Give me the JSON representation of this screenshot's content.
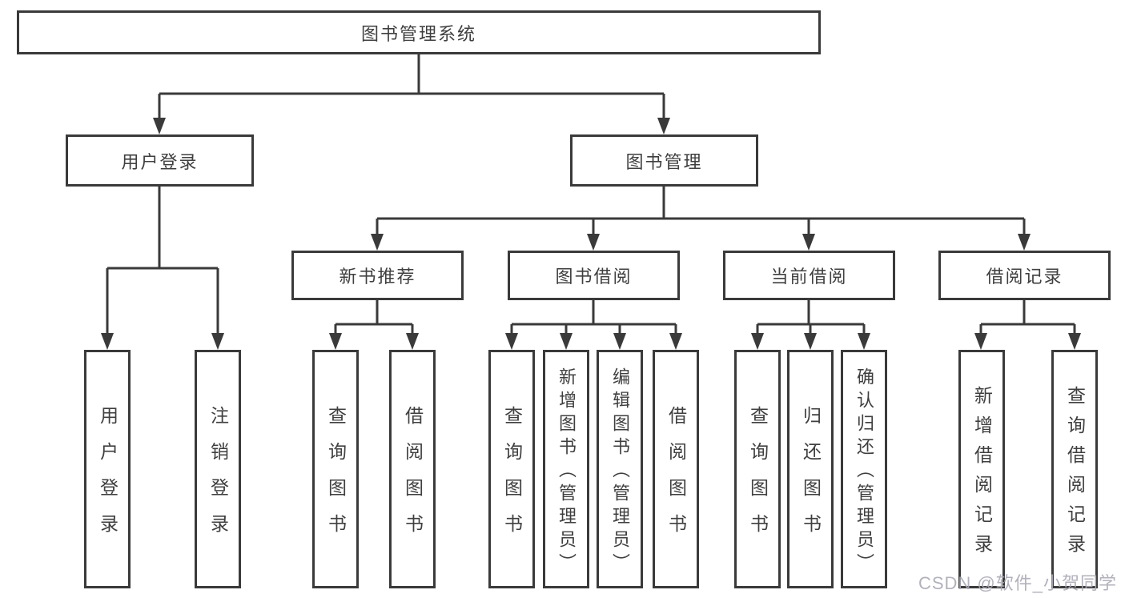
{
  "colors": {
    "line": "#3a3a3a",
    "box_border": "#3a3a3a",
    "text": "#3f3f3f",
    "watermark": "#a9aab4",
    "background": "#ffffff"
  },
  "tree": {
    "root": {
      "label": "图书管理系统"
    },
    "level1": [
      {
        "id": "user-login",
        "label": "用户登录"
      },
      {
        "id": "book-management",
        "label": "图书管理"
      }
    ],
    "level2": [
      {
        "id": "new-book-recommend",
        "label": "新书推荐"
      },
      {
        "id": "book-borrowing",
        "label": "图书借阅"
      },
      {
        "id": "current-borrowing",
        "label": "当前借阅"
      },
      {
        "id": "borrow-records",
        "label": "借阅记录"
      }
    ],
    "groups": [
      {
        "parent": "用户登录",
        "leaves": [
          {
            "label": "用户登录"
          },
          {
            "label": "注销登录"
          }
        ]
      },
      {
        "parent": "新书推荐",
        "leaves": [
          {
            "label": "查询图书"
          },
          {
            "label": "借阅图书"
          }
        ]
      },
      {
        "parent": "图书借阅",
        "leaves": [
          {
            "label": "查询图书"
          },
          {
            "label": "新增图书（管理员）"
          },
          {
            "label": "编辑图书（管理员）"
          },
          {
            "label": "借阅图书"
          }
        ]
      },
      {
        "parent": "当前借阅",
        "leaves": [
          {
            "label": "查询图书"
          },
          {
            "label": "归还图书"
          },
          {
            "label": "确认归还（管理员）"
          }
        ]
      },
      {
        "parent": "借阅记录",
        "leaves": [
          {
            "label": "新增借阅记录"
          },
          {
            "label": "查询借阅记录"
          }
        ]
      }
    ]
  },
  "watermark": {
    "text": "CSDN @软件_小贺同学"
  }
}
